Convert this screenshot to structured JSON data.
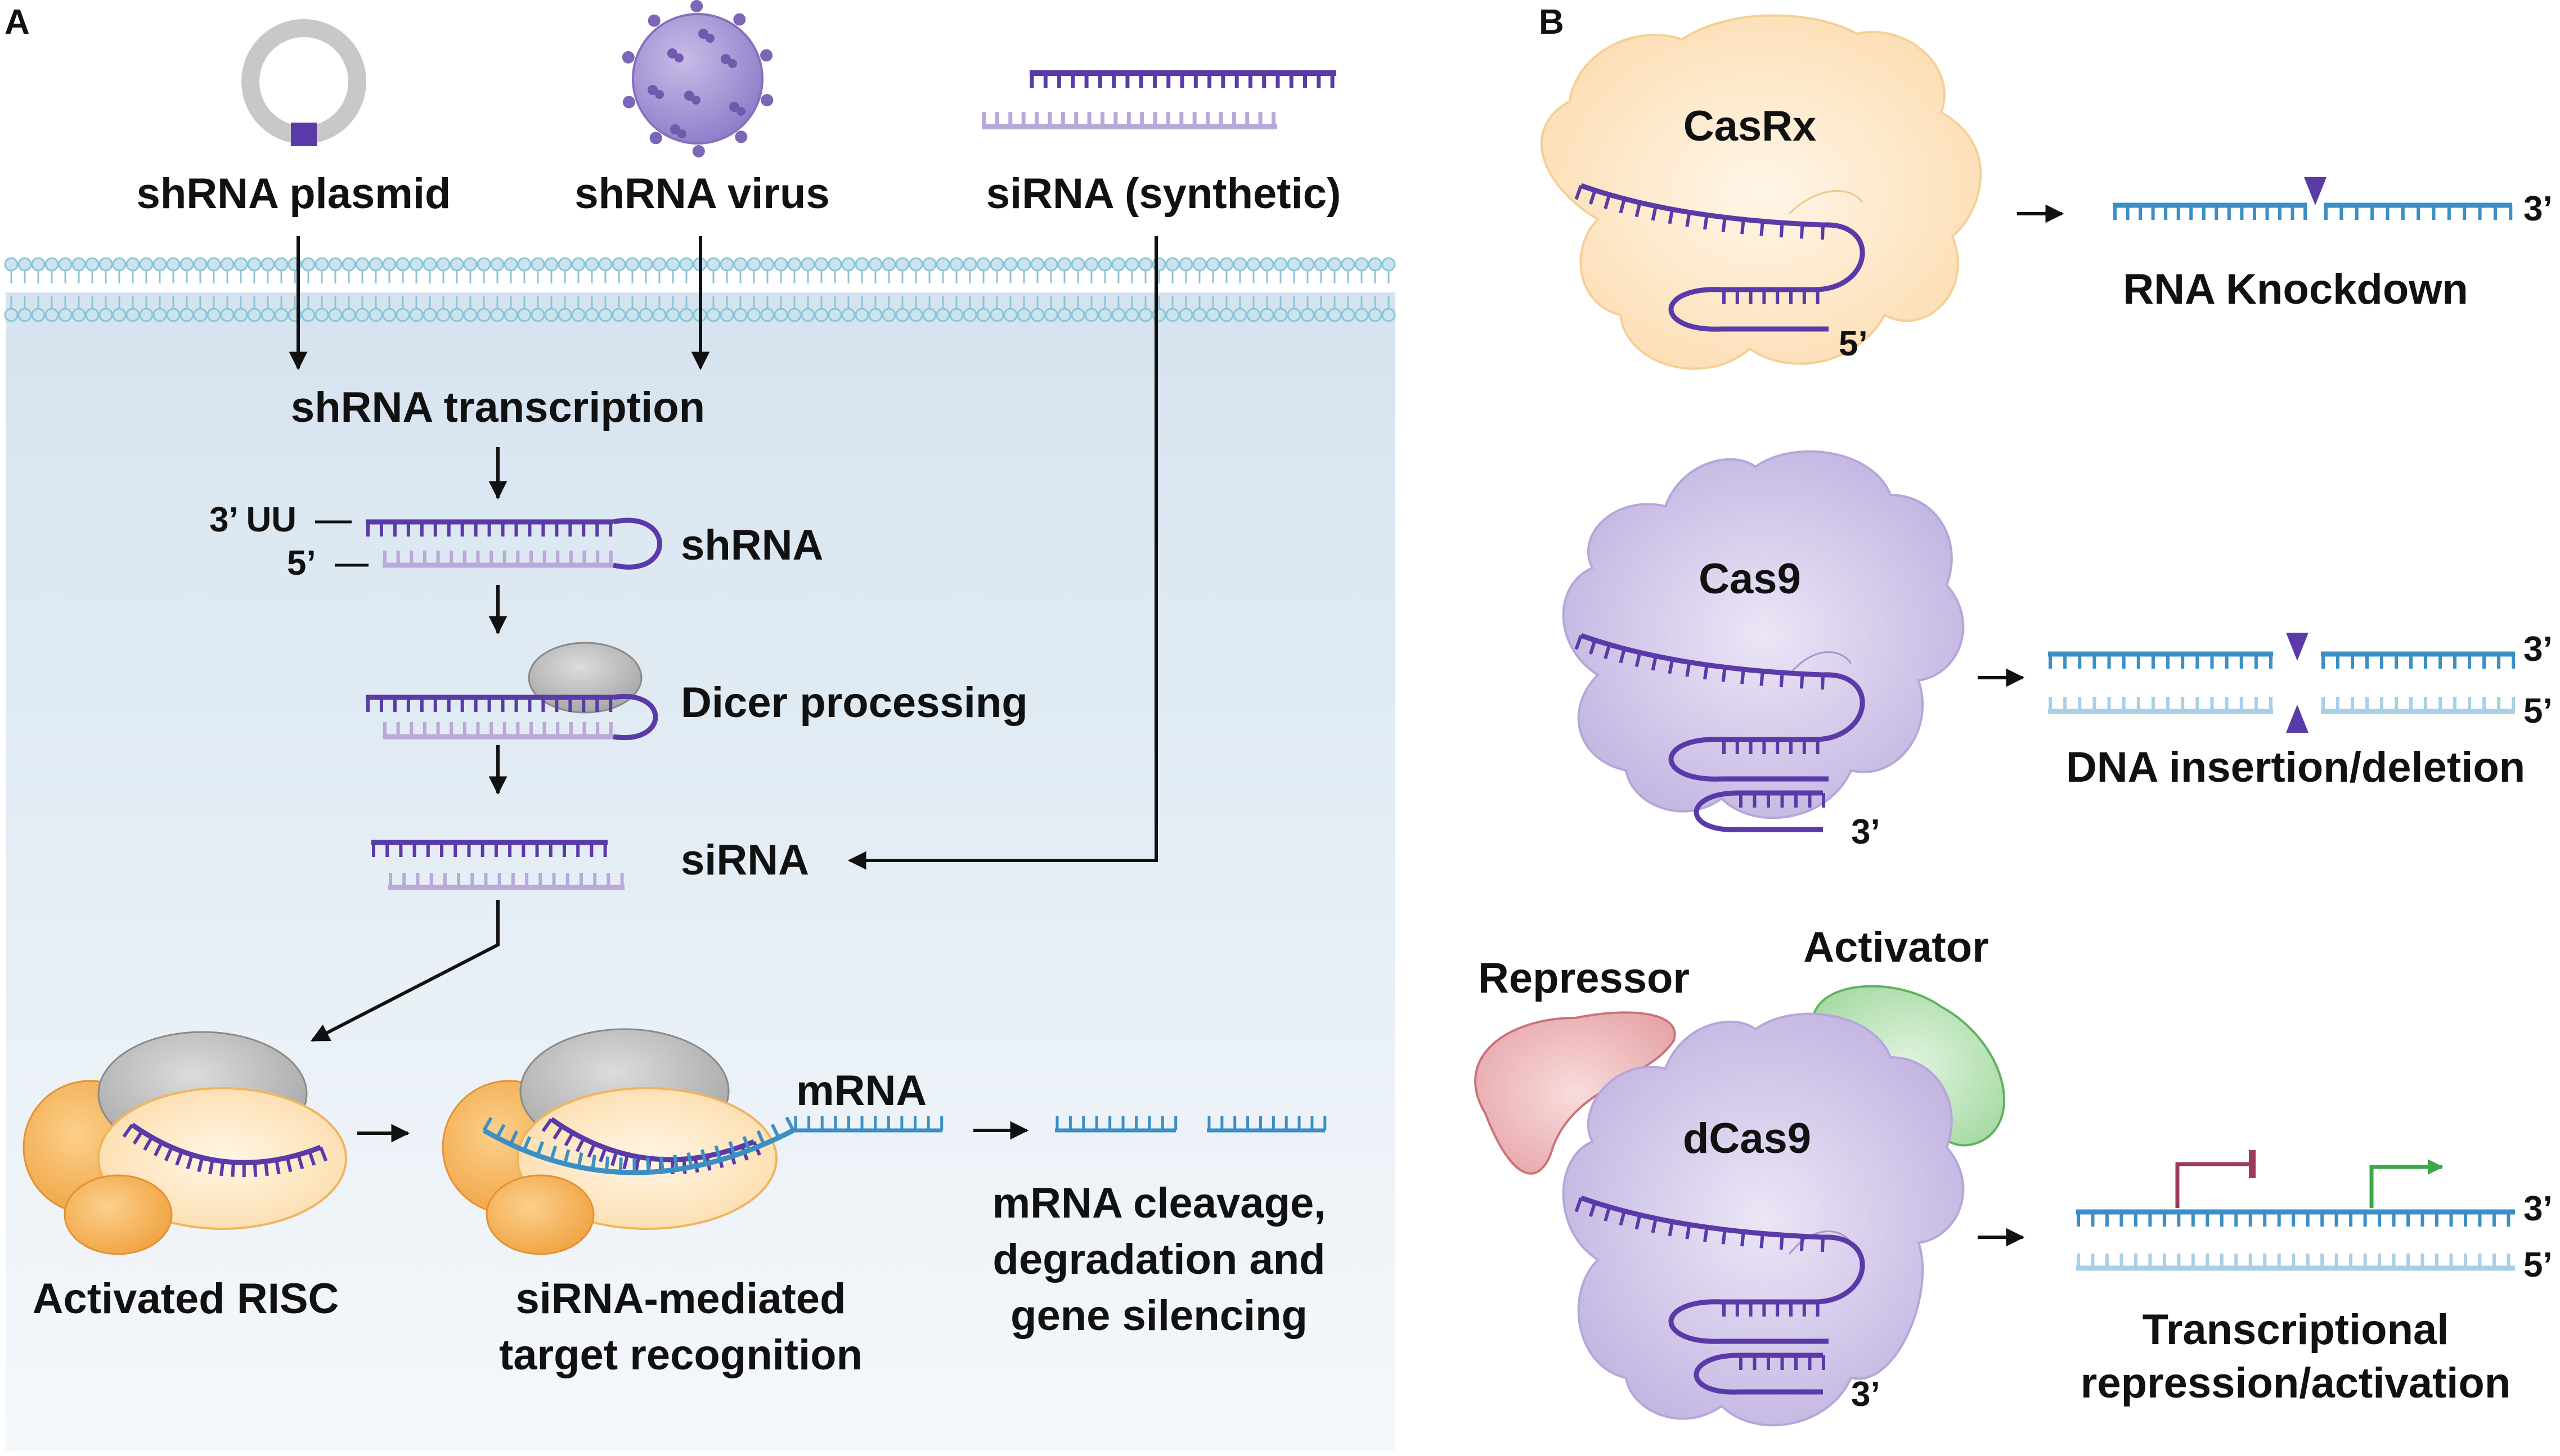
{
  "panel_a": {
    "letter": "A",
    "sources": {
      "plasmid": "shRNA plasmid",
      "virus": "shRNA virus",
      "synthetic": "siRNA (synthetic)"
    },
    "transcription": "shRNA transcription",
    "shrna": {
      "label": "shRNA",
      "end3": "3’ UU",
      "end5": "5’"
    },
    "dicer": "Dicer processing",
    "sirna": "siRNA",
    "risc": "Activated RISC",
    "recognition": [
      "siRNA-mediated",
      "target recognition"
    ],
    "mrna": "mRNA",
    "outcome": [
      "mRNA cleavage,",
      "degradation and",
      "gene silencing"
    ]
  },
  "panel_b": {
    "letter": "B",
    "casrx": {
      "name": "CasRx",
      "end": "5’",
      "result": "RNA Knockdown",
      "strand_end": "3’"
    },
    "cas9": {
      "name": "Cas9",
      "end": "3’",
      "result": "DNA insertion/deletion",
      "strand_top": "3’",
      "strand_bottom": "5’"
    },
    "dcas9": {
      "name": "dCas9",
      "end": "3’",
      "repressor": "Repressor",
      "activator": "Activator",
      "result": [
        "Transcriptional",
        "repression/activation"
      ],
      "strand_top": "3’",
      "strand_bottom": "5’"
    }
  },
  "colors": {
    "rna_purple": "#5a3aa8",
    "rna_light": "#b9a8d8",
    "mrna_blue": "#3b8fc4",
    "dna_light": "#a9cfe6",
    "membrane": "#8cc4d8",
    "cytoplasm": "#e4edf5",
    "risc_orange": "#f2a94a",
    "risc_cream": "#fde8c6",
    "dicer_gray": "#b7b7b7",
    "casrx_fill": "#fde6c4",
    "cas9_fill": "#cfc4e8",
    "repressor": "#e9a5a8",
    "activator": "#a9dba8",
    "repress_arrow": "#9c3a5c",
    "activate_arrow": "#3aa848"
  }
}
